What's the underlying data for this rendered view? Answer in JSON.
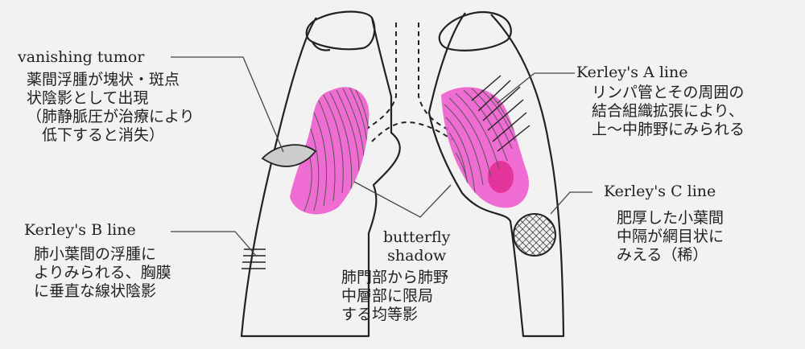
{
  "colors": {
    "background": "#f2f2f2",
    "outline": "#222222",
    "opacity_pink": "#ee55cc",
    "opacity_deep": "#dd2288",
    "tumor_fill": "#cccccc"
  },
  "labels": {
    "vanishing_tumor": {
      "title": "vanishing tumor",
      "desc": "薬間浮腫が塊状・斑点\n状陰影として出現\n（肺静脈圧が治療により\n　低下すると消失）"
    },
    "kerley_a": {
      "title": "Kerley's A line",
      "desc": "リンパ管とその周囲の\n結合組織拡張により、\n上〜中肺野にみられる"
    },
    "kerley_b": {
      "title": "Kerley's B line",
      "desc": "肺小葉間の浮腫に\nよりみられる、胸膜\nに垂直な線状陰影"
    },
    "butterfly": {
      "title": "butterfly\nshadow",
      "desc": "肺門部から肺野\n中層部に限局\nする均等影"
    },
    "kerley_c": {
      "title": "Kerley's C line",
      "desc": "肥厚した小葉間\n中隔が網目状に\nみえる（稀）"
    }
  }
}
